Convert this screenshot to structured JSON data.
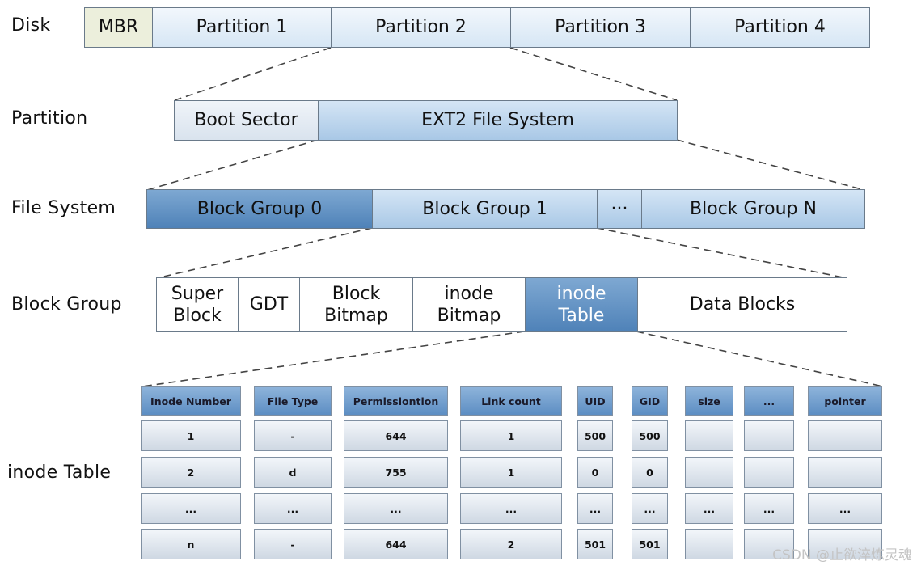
{
  "rows": {
    "disk": "Disk",
    "partition": "Partition",
    "file_system": "File System",
    "block_group": "Block Group",
    "inode_table": "inode Table"
  },
  "disk": [
    "MBR",
    "Partition 1",
    "Partition 2",
    "Partition 3",
    "Partition 4"
  ],
  "partition": [
    "Boot Sector",
    "EXT2 File System"
  ],
  "file_system": [
    "Block Group 0",
    "Block Group 1",
    "···",
    "Block Group N"
  ],
  "block_group": [
    {
      "line1": "Super",
      "line2": "Block"
    },
    {
      "line1": "GDT",
      "line2": ""
    },
    {
      "line1": "Block",
      "line2": "Bitmap"
    },
    {
      "line1": "inode",
      "line2": "Bitmap"
    },
    {
      "line1": "inode",
      "line2": "Table"
    },
    {
      "line1": "Data Blocks",
      "line2": ""
    }
  ],
  "inode_table": {
    "headers": [
      "Inode Number",
      "File Type",
      "Permissiontion",
      "Link count",
      "UID",
      "GID",
      "size",
      "...",
      "pointer"
    ],
    "rows": [
      [
        "1",
        "-",
        "644",
        "1",
        "500",
        "500",
        "",
        "",
        ""
      ],
      [
        "2",
        "d",
        "755",
        "1",
        "0",
        "0",
        "",
        "",
        ""
      ],
      [
        "...",
        "...",
        "...",
        "...",
        "...",
        "...",
        "...",
        "...",
        "..."
      ],
      [
        "n",
        "-",
        "644",
        "2",
        "501",
        "501",
        "",
        "",
        ""
      ]
    ]
  },
  "watermark": "CSDN @止欲淬炼灵魂",
  "colors": {
    "highlight_cell": "#4f82b8",
    "table_header": "#6f9bcc",
    "connector_line": "#444444"
  }
}
